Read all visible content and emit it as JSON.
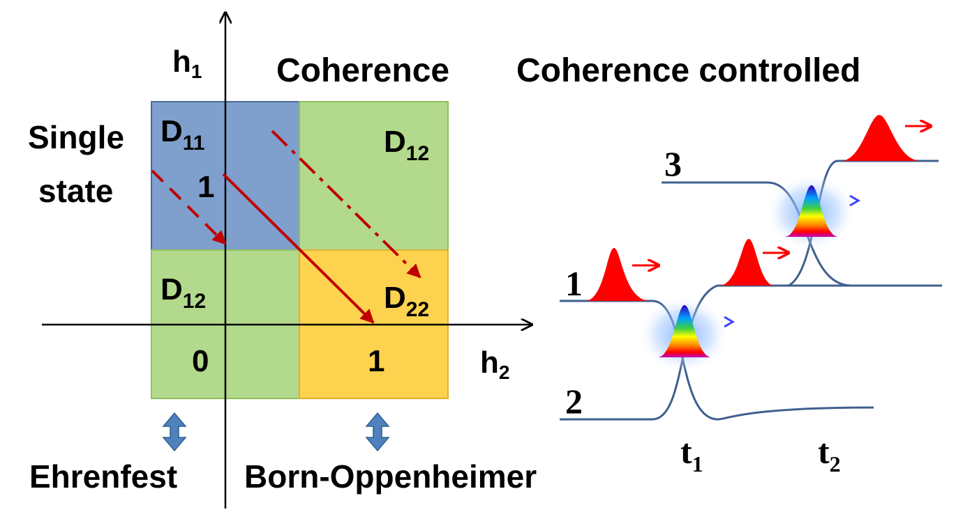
{
  "labels": {
    "axis_h1": "h",
    "axis_h1_sub": "1",
    "axis_h2": "h",
    "axis_h2_sub": "2",
    "coherence": "Coherence",
    "coherence_controlled": "Coherence controlled",
    "single_state_line1": "Single",
    "single_state_line2": "state",
    "ehrenfest": "Ehrenfest",
    "born_oppenheimer": "Born-Oppenheimer"
  },
  "regions": {
    "d11": {
      "base": "D",
      "sub": "11"
    },
    "d12_top": {
      "base": "D",
      "sub": "12"
    },
    "d12_left": {
      "base": "D",
      "sub": "12"
    },
    "d22": {
      "base": "D",
      "sub": "22"
    }
  },
  "ticks": {
    "h1_one": "1",
    "origin": "0",
    "h2_one": "1"
  },
  "timeline": {
    "state_1": "1",
    "state_2": "2",
    "state_3": "3",
    "t1": "t",
    "t1_sub": "1",
    "t2": "t",
    "t2_sub": "2"
  },
  "colors": {
    "blue_region": "#7f9fcc",
    "green_region": "#b3d98c",
    "yellow_region": "#fdd24f",
    "arrow_red": "#c00000",
    "curve_blue": "#3f5f8f",
    "pulse_red": "#ff0000",
    "double_arrow": "#4f81bd"
  }
}
